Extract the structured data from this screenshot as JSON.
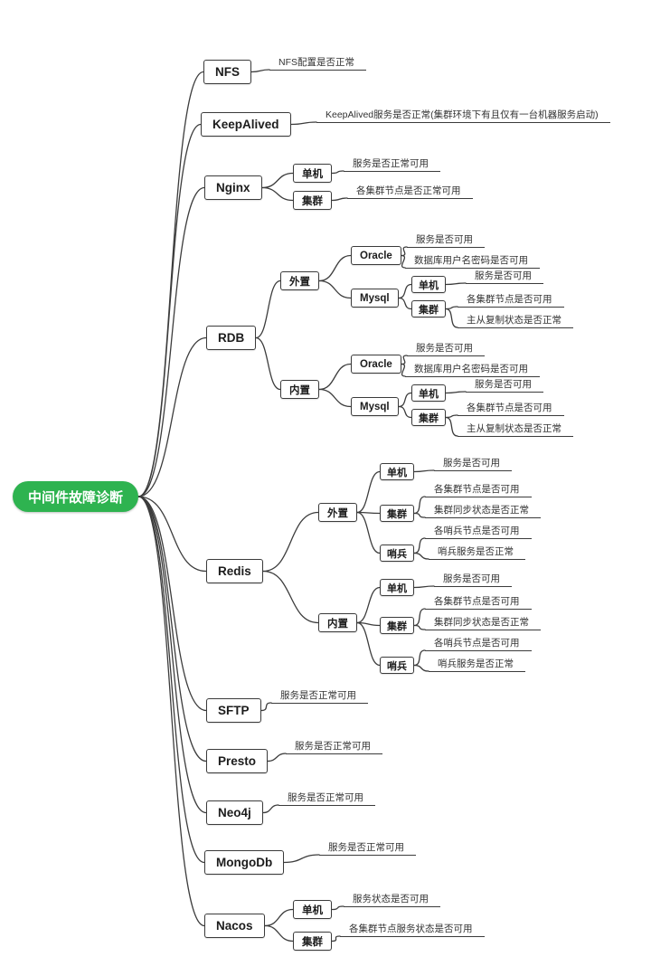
{
  "colors": {
    "root_background": "#2eb350",
    "root_text": "#ffffff",
    "node_border": "#3b3b3b",
    "connector": "#3c3c3c"
  },
  "root": {
    "label": "中间件故障诊断"
  },
  "branches": {
    "nfs": {
      "label": "NFS",
      "check": "NFS配置是否正常"
    },
    "keepalived": {
      "label": "KeepAlived",
      "check": "KeepAlived服务是否正常(集群环境下有且仅有一台机器服务启动)"
    },
    "nginx": {
      "label": "Nginx",
      "standalone": {
        "label": "单机",
        "check": "服务是否正常可用"
      },
      "cluster": {
        "label": "集群",
        "check": "各集群节点是否正常可用"
      }
    },
    "rdb": {
      "label": "RDB",
      "external": {
        "label": "外置",
        "oracle": {
          "label": "Oracle",
          "checks": [
            "服务是否可用",
            "数据库用户名密码是否可用"
          ]
        },
        "mysql": {
          "label": "Mysql",
          "standalone": {
            "label": "单机",
            "check": "服务是否可用"
          },
          "cluster": {
            "label": "集群",
            "checks": [
              "各集群节点是否可用",
              "主从复制状态是否正常"
            ]
          }
        }
      },
      "internal": {
        "label": "内置",
        "oracle": {
          "label": "Oracle",
          "checks": [
            "服务是否可用",
            "数据库用户名密码是否可用"
          ]
        },
        "mysql": {
          "label": "Mysql",
          "standalone": {
            "label": "单机",
            "check": "服务是否可用"
          },
          "cluster": {
            "label": "集群",
            "checks": [
              "各集群节点是否可用",
              "主从复制状态是否正常"
            ]
          }
        }
      }
    },
    "redis": {
      "label": "Redis",
      "external": {
        "label": "外置",
        "standalone": {
          "label": "单机",
          "check": "服务是否可用"
        },
        "cluster": {
          "label": "集群",
          "checks": [
            "各集群节点是否可用",
            "集群同步状态是否正常"
          ]
        },
        "sentinel": {
          "label": "哨兵",
          "checks": [
            "各哨兵节点是否可用",
            "哨兵服务是否正常"
          ]
        }
      },
      "internal": {
        "label": "内置",
        "standalone": {
          "label": "单机",
          "check": "服务是否可用"
        },
        "cluster": {
          "label": "集群",
          "checks": [
            "各集群节点是否可用",
            "集群同步状态是否正常"
          ]
        },
        "sentinel": {
          "label": "哨兵",
          "checks": [
            "各哨兵节点是否可用",
            "哨兵服务是否正常"
          ]
        }
      }
    },
    "sftp": {
      "label": "SFTP",
      "check": "服务是否正常可用"
    },
    "presto": {
      "label": "Presto",
      "check": "服务是否正常可用"
    },
    "neo4j": {
      "label": "Neo4j",
      "check": "服务是否正常可用"
    },
    "mongodb": {
      "label": "MongoDb",
      "check": "服务是否正常可用"
    },
    "nacos": {
      "label": "Nacos",
      "standalone": {
        "label": "单机",
        "check": "服务状态是否可用"
      },
      "cluster": {
        "label": "集群",
        "check": "各集群节点服务状态是否可用"
      }
    }
  }
}
